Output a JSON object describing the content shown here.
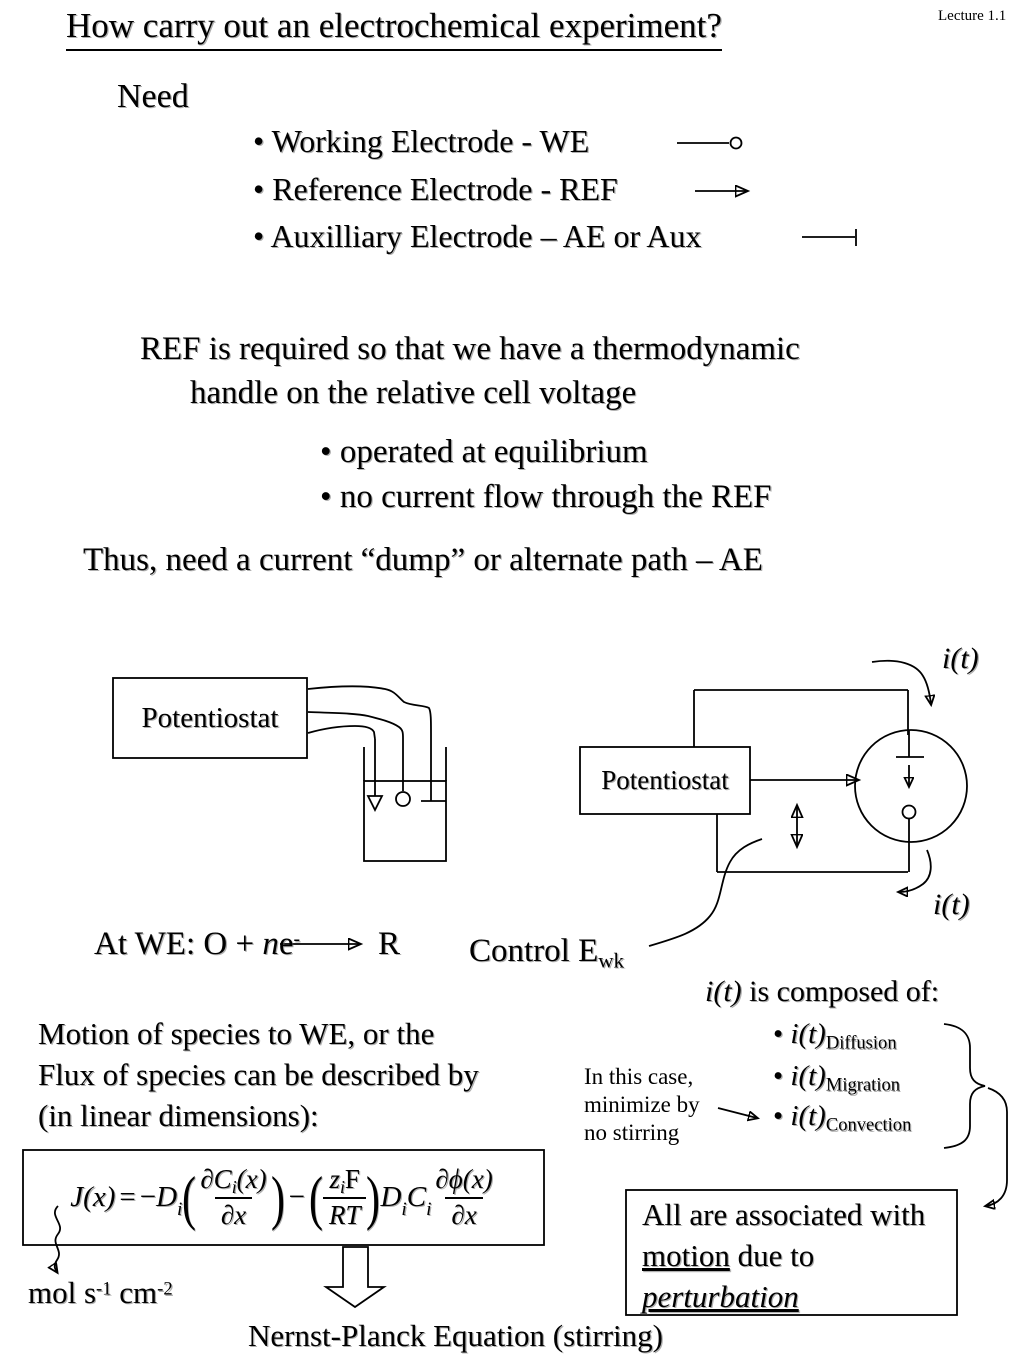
{
  "header": {
    "title": "How carry out an electrochemical experiment?",
    "lecture_tag": "Lecture 1.1"
  },
  "need": {
    "label": "Need",
    "bullet": "•",
    "items": [
      "Working Electrode - WE",
      "Reference Electrode - REF",
      "Auxilliary Electrode – AE or Aux"
    ]
  },
  "ref_note": {
    "bullet": "•",
    "line1": "REF is required so that we have a thermodynamic",
    "line2": "handle on the relative cell voltage",
    "bullets": [
      "operated at equilibrium",
      "no current flow through the REF"
    ]
  },
  "thus_line": "Thus, need a current “dump” or alternate path – AE",
  "left_diagram": {
    "potentiostat": "Potentiostat",
    "solution_color": "#c3dfe3"
  },
  "right_diagram": {
    "potentiostat": "Potentiostat",
    "i_t_top": "i(t)",
    "i_t_bottom": "i(t)"
  },
  "reaction": {
    "prefix": "At WE: O + ",
    "n": "n",
    "e": "e",
    "charge": "-",
    "product": "R"
  },
  "control": {
    "label": "Control E",
    "sub": "wk"
  },
  "motion": {
    "line1": "Motion of species to WE, or the",
    "line2": "Flux of species can be described by",
    "line3": "(in linear dimensions):"
  },
  "composed": {
    "bullet": "•",
    "heading_it": "i(t)",
    "heading_rest": " is composed of:",
    "items": [
      {
        "base": "i(t)",
        "sub": "Diffusion"
      },
      {
        "base": "i(t)",
        "sub": "Migration"
      },
      {
        "base": "i(t)",
        "sub": "Convection"
      }
    ],
    "note": {
      "line1": "In this case,",
      "line2": "minimize by",
      "line3": "no stirring"
    }
  },
  "equation": {
    "J": "J(x)",
    "equals": "=",
    "minus1": "−",
    "D1": "D",
    "D1_sub": "i",
    "lp1": "(",
    "rp1": ")",
    "f1_num_a": "∂C",
    "f1_num_sub": "i",
    "f1_num_b": "(x)",
    "f1_den": "∂x",
    "minus2": "−",
    "lp2": "(",
    "rp2": ")",
    "f2_num_a": "z",
    "f2_num_sub": "i",
    "f2_num_b": "F",
    "f2_den": "RT",
    "D2": "D",
    "D2_sub": "i",
    "C": "C",
    "C_sub": "i",
    "f3_num": "∂ϕ(x)",
    "f3_den": "∂x"
  },
  "flux_units": {
    "a": "mol s",
    "sup1": "-1",
    "b": " cm",
    "sup2": "-2"
  },
  "nernst_caption": "Nernst-Planck Equation (stirring)",
  "associated": {
    "line1": "All are associated with",
    "line2_u": "motion",
    "line2_rest": " due to",
    "line3": "perturbation"
  }
}
